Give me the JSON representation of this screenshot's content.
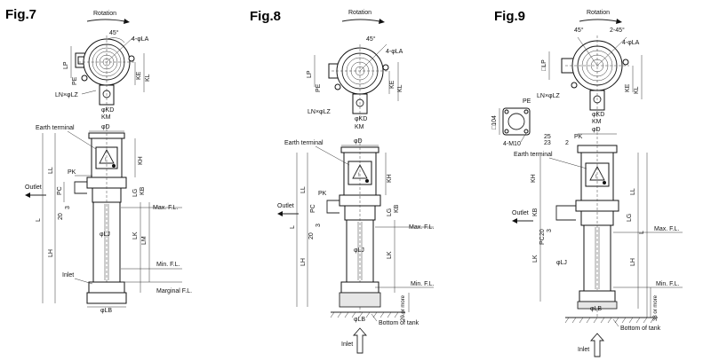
{
  "figures": [
    {
      "title": "Fig.7",
      "labels": {
        "rotation": "Rotation",
        "angle": "45°",
        "la": "4-φLA",
        "lp": "LP",
        "pe": "PE",
        "ke": "KE",
        "kl": "KL",
        "ln_lz": "LN×φLZ",
        "kd": "φKD",
        "km": "KM",
        "d": "φD",
        "earth_terminal": "Earth terminal",
        "pk": "PK",
        "outlet": "Outlet",
        "l": "L",
        "ll": "LL",
        "lh": "LH",
        "pc": "PC",
        "dim20": "20",
        "dim3": "3",
        "kh": "KH",
        "lg": "LG",
        "kb": "KB",
        "lk": "LK",
        "lm": "LM",
        "lj": "φLJ",
        "lb": "φLB",
        "max_fl": "Max. F.L.",
        "min_fl": "Min. F.L.",
        "marginal_fl": "Marginal F.L.",
        "inlet": "Inlet"
      }
    },
    {
      "title": "Fig.8",
      "labels": {
        "rotation": "Rotation",
        "angle": "45°",
        "la": "4-φLA",
        "lp": "LP",
        "pe": "PE",
        "ke": "KE",
        "kl": "KL",
        "ln_lz": "LN×φLZ",
        "kd": "φKD",
        "km": "KM",
        "d": "φD",
        "earth_terminal": "Earth terminal",
        "pk": "PK",
        "outlet": "Outlet",
        "l": "L",
        "ll": "LL",
        "lh": "LH",
        "pc": "PC",
        "dim20": "20",
        "dim3": "3",
        "kh": "KH",
        "lg": "LG",
        "kb": "KB",
        "lk": "LK",
        "lj": "φLJ",
        "lb": "φLB",
        "max_fl": "Max. F.L.",
        "min_fl": "Min. F.L.",
        "twenty_or_more": "20 or more",
        "bottom_of_tank": "Bottom of tank",
        "inlet": "Inlet"
      }
    },
    {
      "title": "Fig.9",
      "labels": {
        "rotation": "Rotation",
        "angle_45": "45°",
        "angle_245": "2-45°",
        "la": "4-φLA",
        "lp": "□LP",
        "ke": "KE",
        "kl": "KL",
        "ln_lz": "LN×φLZ",
        "kd": "φKD",
        "km": "KM",
        "sq104": "□104",
        "pe": "PE",
        "m10": "4-M10",
        "d": "φD",
        "dim25": "25",
        "dim23": "23",
        "dim2": "2",
        "pk": "PK",
        "earth_terminal": "Earth terminal",
        "outlet": "Outlet",
        "kh": "KH",
        "kb": "KB",
        "pc": "PC",
        "dim20": "20",
        "dim3": "3",
        "lk": "LK",
        "ll": "LL",
        "lg": "LG",
        "lh": "LH",
        "l": "L",
        "lj": "φLJ",
        "lb": "φLB",
        "max_fl": "Max. F.L.",
        "min_fl": "Min. F.L.",
        "thirtyeight_or_more": "38 or more",
        "bottom_of_tank": "Bottom of tank",
        "inlet": "Inlet"
      }
    }
  ]
}
